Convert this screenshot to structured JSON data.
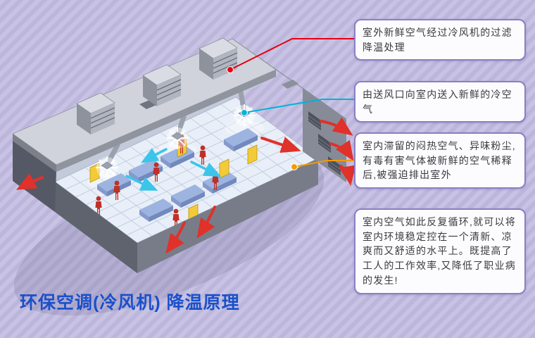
{
  "title": "环保空调(冷风机) 降温原理",
  "callouts": [
    {
      "text": "室外新鲜空气经过冷风机的过滤降温处理",
      "marker_color": "#e60012"
    },
    {
      "text": "由送风口向室内送入新鲜的冷空气",
      "marker_color": "#00b4d8"
    },
    {
      "text": "室内滞留的闷热空气、异味粉尘,有毒有害气体被新鲜的空气稀释后,被强迫排出室外",
      "marker_color": "#f59a00"
    },
    {
      "text": "室内空气如此反复循环,就可以将室内环境稳定控在一个清新、凉爽而又舒适的水平上。既提高了工人的工作效率,又降低了职业病的发生!",
      "marker_color": null
    }
  ],
  "colors": {
    "background": "#c8c3e4",
    "background_stripe": "#bdb6db",
    "callout_border": "#8a7fc6",
    "callout_background": "#fcfcfe",
    "title_color": "#1b50c9",
    "line_red": "#e60012",
    "line_cyan": "#00b4d8",
    "line_orange": "#f59a00"
  }
}
